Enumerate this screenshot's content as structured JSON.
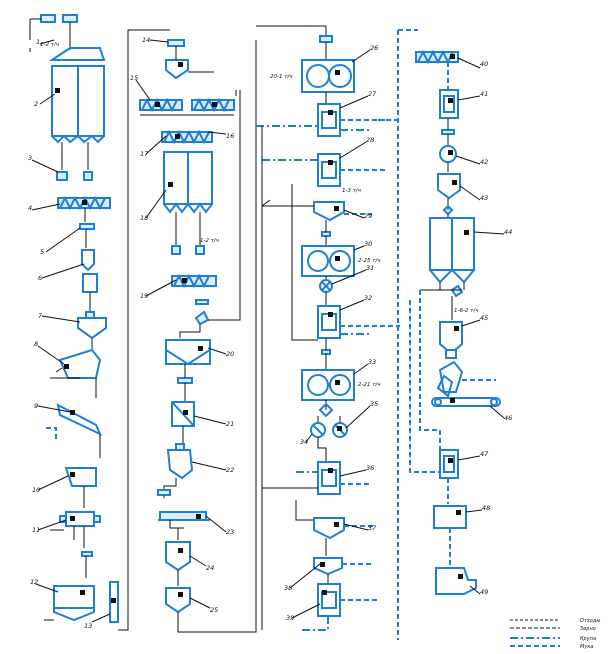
{
  "labels": {
    "t1": "1-2 т/ч",
    "t3": "1-2 т/ч",
    "t20": "20-1 т/ч",
    "t28": "1-3 т/ч",
    "t30": "2-25 т/ч",
    "t33": "2-21 т/ч",
    "t45": "1-6-2 т/ч"
  },
  "numbers": {
    "n1": "1",
    "n2": "2",
    "n3": "3",
    "n4": "4",
    "n5": "5",
    "n6": "6",
    "n7": "7",
    "n8": "8",
    "n9": "9",
    "n10": "10",
    "n11": "11",
    "n12": "12",
    "n13": "13",
    "n14": "14",
    "n15": "15",
    "n16": "16",
    "n17": "17",
    "n18": "18",
    "n19": "19",
    "n20": "20",
    "n21": "21",
    "n22": "22",
    "n23": "23",
    "n24": "24",
    "n25": "25",
    "n26": "26",
    "n27": "27",
    "n28": "28",
    "n29": "29",
    "n30": "30",
    "n31": "31",
    "n32": "32",
    "n33": "33",
    "n34": "34",
    "n35": "35",
    "n36": "36",
    "n37": "37",
    "n38": "38",
    "n39": "39",
    "n40": "40",
    "n41": "41",
    "n42": "42",
    "n43": "43",
    "n44": "44",
    "n45": "45",
    "n46": "46",
    "n47": "47",
    "n48": "48",
    "n49": "49"
  },
  "legend": {
    "items": [
      "Отходы",
      "Зерно",
      "Крупа",
      "Мука"
    ]
  },
  "colors": {
    "line": "#1e7fd6",
    "fill": "#dbeeff",
    "ink": "#111111"
  }
}
